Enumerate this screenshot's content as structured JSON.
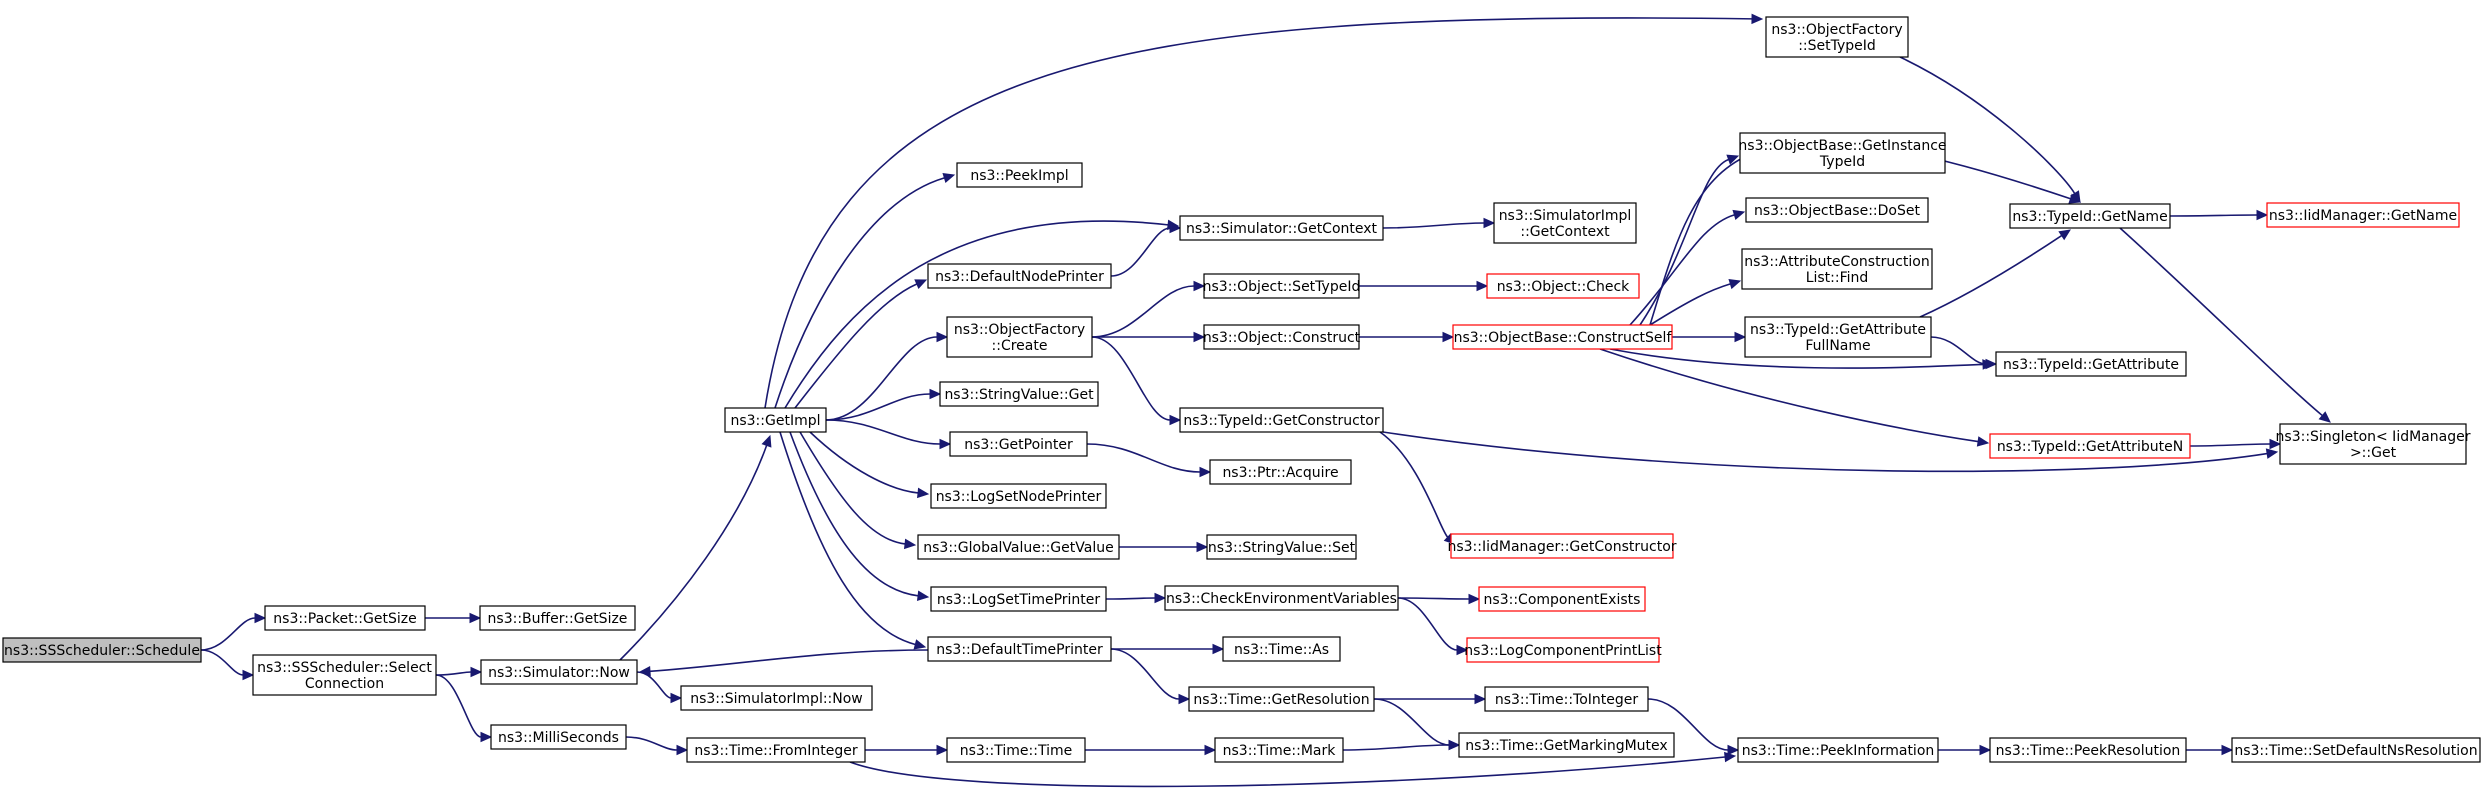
{
  "diagram": {
    "type": "call-graph",
    "colors": {
      "edge": "#191970",
      "node_border": "#000000",
      "node_border_truncated": "#ff0000",
      "root_fill": "#bfbfbf",
      "node_fill": "#ffffff",
      "text": "#000000"
    },
    "nodes": {
      "root": {
        "lines": [
          "ns3::SSScheduler::Schedule"
        ],
        "style": "root"
      },
      "packet_getsize": {
        "lines": [
          "ns3::Packet::GetSize"
        ],
        "style": "normal"
      },
      "buffer_getsize": {
        "lines": [
          "ns3::Buffer::GetSize"
        ],
        "style": "normal"
      },
      "select_connection": {
        "lines": [
          "ns3::SSScheduler::Select",
          "Connection"
        ],
        "style": "normal"
      },
      "simulator_now": {
        "lines": [
          "ns3::Simulator::Now"
        ],
        "style": "normal"
      },
      "simulatorimpl_now": {
        "lines": [
          "ns3::SimulatorImpl::Now"
        ],
        "style": "normal"
      },
      "milliseconds": {
        "lines": [
          "ns3::MilliSeconds"
        ],
        "style": "normal"
      },
      "getimpl": {
        "lines": [
          "ns3::GetImpl"
        ],
        "style": "normal"
      },
      "time_frominteger": {
        "lines": [
          "ns3::Time::FromInteger"
        ],
        "style": "normal"
      },
      "time_time": {
        "lines": [
          "ns3::Time::Time"
        ],
        "style": "normal"
      },
      "time_mark": {
        "lines": [
          "ns3::Time::Mark"
        ],
        "style": "normal"
      },
      "time_getmarkingmutex": {
        "lines": [
          "ns3::Time::GetMarkingMutex"
        ],
        "style": "normal"
      },
      "time_peekinformation": {
        "lines": [
          "ns3::Time::PeekInformation"
        ],
        "style": "normal"
      },
      "time_peekresolution": {
        "lines": [
          "ns3::Time::PeekResolution"
        ],
        "style": "normal"
      },
      "time_setdefaultnsresolution": {
        "lines": [
          "ns3::Time::SetDefaultNsResolution"
        ],
        "style": "normal"
      },
      "peekimpl": {
        "lines": [
          "ns3::PeekImpl"
        ],
        "style": "normal"
      },
      "defaultnodeprinter": {
        "lines": [
          "ns3::DefaultNodePrinter"
        ],
        "style": "normal"
      },
      "objectfactory_create": {
        "lines": [
          "ns3::ObjectFactory",
          "::Create"
        ],
        "style": "normal"
      },
      "stringvalue_get": {
        "lines": [
          "ns3::StringValue::Get"
        ],
        "style": "normal"
      },
      "getpointer": {
        "lines": [
          "ns3::GetPointer"
        ],
        "style": "normal"
      },
      "logsetnodeprinter": {
        "lines": [
          "ns3::LogSetNodePrinter"
        ],
        "style": "normal"
      },
      "globalvalue_getvalue": {
        "lines": [
          "ns3::GlobalValue::GetValue"
        ],
        "style": "normal"
      },
      "logsettimeprinter": {
        "lines": [
          "ns3::LogSetTimePrinter"
        ],
        "style": "normal"
      },
      "defaulttimeprinter": {
        "lines": [
          "ns3::DefaultTimePrinter"
        ],
        "style": "normal"
      },
      "simulator_getcontext": {
        "lines": [
          "ns3::Simulator::GetContext"
        ],
        "style": "normal"
      },
      "simulatorimpl_getcontext": {
        "lines": [
          "ns3::SimulatorImpl",
          "::GetContext"
        ],
        "style": "normal"
      },
      "object_settypeid": {
        "lines": [
          "ns3::Object::SetTypeId"
        ],
        "style": "normal"
      },
      "object_check": {
        "lines": [
          "ns3::Object::Check"
        ],
        "style": "truncated"
      },
      "object_construct": {
        "lines": [
          "ns3::Object::Construct"
        ],
        "style": "normal"
      },
      "objectbase_constructself": {
        "lines": [
          "ns3::ObjectBase::ConstructSelf"
        ],
        "style": "truncated"
      },
      "typeid_getconstructor": {
        "lines": [
          "ns3::TypeId::GetConstructor"
        ],
        "style": "normal"
      },
      "iidmanager_getconstructor": {
        "lines": [
          "ns3::IidManager::GetConstructor"
        ],
        "style": "truncated"
      },
      "ptr_acquire": {
        "lines": [
          "ns3::Ptr::Acquire"
        ],
        "style": "normal"
      },
      "stringvalue_set": {
        "lines": [
          "ns3::StringValue::Set"
        ],
        "style": "normal"
      },
      "checkenvironmentvariables": {
        "lines": [
          "ns3::CheckEnvironmentVariables"
        ],
        "style": "normal"
      },
      "componentexists": {
        "lines": [
          "ns3::ComponentExists"
        ],
        "style": "truncated"
      },
      "logcomponentprintlist": {
        "lines": [
          "ns3::LogComponentPrintList"
        ],
        "style": "truncated"
      },
      "time_as": {
        "lines": [
          "ns3::Time::As"
        ],
        "style": "normal"
      },
      "time_getresolution": {
        "lines": [
          "ns3::Time::GetResolution"
        ],
        "style": "normal"
      },
      "time_tointeger": {
        "lines": [
          "ns3::Time::ToInteger"
        ],
        "style": "normal"
      },
      "objectfactory_settypeid": {
        "lines": [
          "ns3::ObjectFactory",
          "::SetTypeId"
        ],
        "style": "normal"
      },
      "objectbase_getinstancetypeid": {
        "lines": [
          "ns3::ObjectBase::GetInstance",
          "TypeId"
        ],
        "style": "normal"
      },
      "objectbase_doset": {
        "lines": [
          "ns3::ObjectBase::DoSet"
        ],
        "style": "normal"
      },
      "attributeconstructionlist_find": {
        "lines": [
          "ns3::AttributeConstruction",
          "List::Find"
        ],
        "style": "normal"
      },
      "typeid_getattributefullname": {
        "lines": [
          "ns3::TypeId::GetAttribute",
          "FullName"
        ],
        "style": "normal"
      },
      "typeid_getattributen": {
        "lines": [
          "ns3::TypeId::GetAttributeN"
        ],
        "style": "truncated"
      },
      "typeid_getname": {
        "lines": [
          "ns3::TypeId::GetName"
        ],
        "style": "normal"
      },
      "iidmanager_getname": {
        "lines": [
          "ns3::IidManager::GetName"
        ],
        "style": "truncated"
      },
      "typeid_getattribute": {
        "lines": [
          "ns3::TypeId::GetAttribute"
        ],
        "style": "normal"
      },
      "singleton_get": {
        "lines": [
          "ns3::Singleton< IidManager",
          " >::Get"
        ],
        "style": "normal"
      }
    },
    "edges": [
      [
        "root",
        "packet_getsize"
      ],
      [
        "root",
        "select_connection"
      ],
      [
        "packet_getsize",
        "buffer_getsize"
      ],
      [
        "select_connection",
        "simulator_now"
      ],
      [
        "select_connection",
        "milliseconds"
      ],
      [
        "simulator_now",
        "getimpl"
      ],
      [
        "simulator_now",
        "simulatorimpl_now"
      ],
      [
        "milliseconds",
        "time_frominteger"
      ],
      [
        "time_frominteger",
        "time_time"
      ],
      [
        "time_frominteger",
        "time_peekinformation"
      ],
      [
        "time_time",
        "time_mark"
      ],
      [
        "time_mark",
        "time_getmarkingmutex"
      ],
      [
        "time_getresolution",
        "time_getmarkingmutex"
      ],
      [
        "time_getresolution",
        "time_tointeger"
      ],
      [
        "time_tointeger",
        "time_peekinformation"
      ],
      [
        "time_peekinformation",
        "time_peekresolution"
      ],
      [
        "time_peekresolution",
        "time_setdefaultnsresolution"
      ],
      [
        "getimpl",
        "objectfactory_settypeid"
      ],
      [
        "getimpl",
        "peekimpl"
      ],
      [
        "getimpl",
        "simulator_getcontext"
      ],
      [
        "getimpl",
        "defaultnodeprinter"
      ],
      [
        "getimpl",
        "objectfactory_create"
      ],
      [
        "getimpl",
        "stringvalue_get"
      ],
      [
        "getimpl",
        "getpointer"
      ],
      [
        "getimpl",
        "logsetnodeprinter"
      ],
      [
        "getimpl",
        "globalvalue_getvalue"
      ],
      [
        "getimpl",
        "logsettimeprinter"
      ],
      [
        "getimpl",
        "defaulttimeprinter"
      ],
      [
        "defaultnodeprinter",
        "simulator_getcontext"
      ],
      [
        "simulator_getcontext",
        "simulatorimpl_getcontext"
      ],
      [
        "objectfactory_create",
        "object_settypeid"
      ],
      [
        "objectfactory_create",
        "object_construct"
      ],
      [
        "objectfactory_create",
        "typeid_getconstructor"
      ],
      [
        "object_settypeid",
        "object_check"
      ],
      [
        "object_construct",
        "objectbase_constructself"
      ],
      [
        "typeid_getconstructor",
        "iidmanager_getconstructor"
      ],
      [
        "typeid_getconstructor",
        "singleton_get"
      ],
      [
        "getpointer",
        "ptr_acquire"
      ],
      [
        "globalvalue_getvalue",
        "stringvalue_set"
      ],
      [
        "logsettimeprinter",
        "checkenvironmentvariables"
      ],
      [
        "checkenvironmentvariables",
        "componentexists"
      ],
      [
        "checkenvironmentvariables",
        "logcomponentprintlist"
      ],
      [
        "defaulttimeprinter",
        "simulator_now"
      ],
      [
        "defaulttimeprinter",
        "time_as"
      ],
      [
        "defaulttimeprinter",
        "time_getresolution"
      ],
      [
        "objectbase_constructself",
        "objectbase_getinstancetypeid"
      ],
      [
        "objectbase_constructself",
        "objectbase_doset"
      ],
      [
        "objectbase_constructself",
        "attributeconstructionlist_find"
      ],
      [
        "objectbase_constructself",
        "typeid_getattributefullname"
      ],
      [
        "objectbase_constructself",
        "typeid_getattribute"
      ],
      [
        "objectbase_constructself",
        "typeid_getattributen"
      ],
      [
        "objectbase_constructself",
        "typeid_getname"
      ],
      [
        "typeid_getattributefullname",
        "typeid_getattribute"
      ],
      [
        "typeid_getattributefullname",
        "typeid_getname"
      ],
      [
        "objectfactory_settypeid",
        "typeid_getname"
      ],
      [
        "typeid_getname",
        "iidmanager_getname"
      ],
      [
        "typeid_getname",
        "singleton_get"
      ],
      [
        "typeid_getattributen",
        "singleton_get"
      ]
    ]
  }
}
